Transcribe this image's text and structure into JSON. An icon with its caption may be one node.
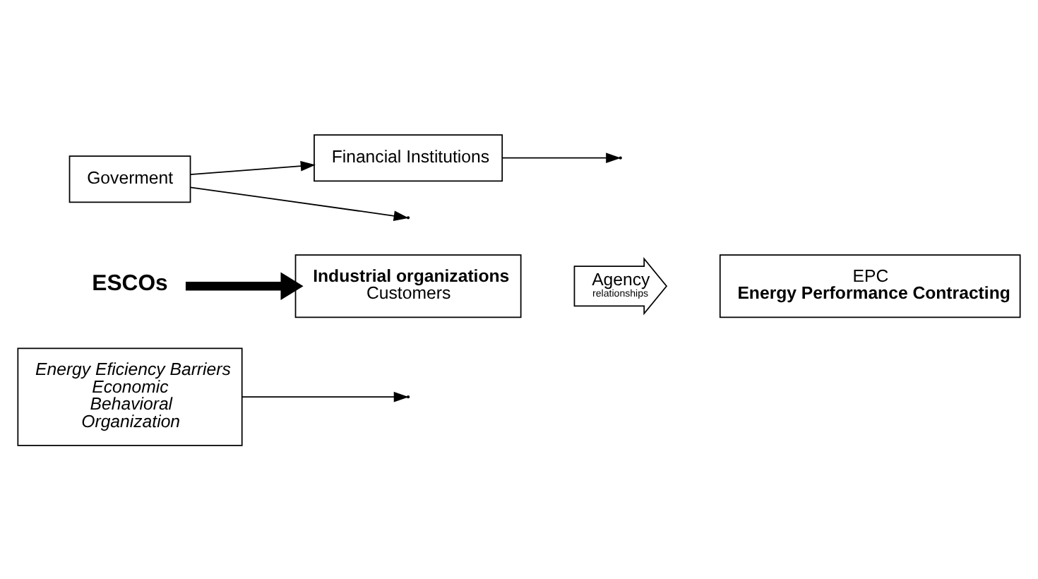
{
  "diagram": {
    "nodes": [
      {
        "text": [
          "Energy Eficiency Barriers",
          "Economic",
          "Behavioral",
          "Organization"
        ]
      },
      {
        "text": [
          "ESCOs"
        ]
      },
      {
        "text": [
          "Industrial organizations",
          "Customers"
        ]
      },
      {
        "text": [
          "Agency",
          "relationships"
        ]
      },
      {
        "text": [
          "EPC",
          "Energy Performance Contracting"
        ]
      },
      {
        "text": [
          "Financial Institutions"
        ]
      },
      {
        "text": [
          "Goverment"
        ]
      }
    ],
    "edges": [
      {
        "from": 1,
        "to": 2,
        "arrow": "to",
        "style": "thick"
      },
      {
        "from": 0,
        "to": null,
        "arrow": "to"
      },
      {
        "from": 5,
        "to": null,
        "arrow": "to"
      },
      {
        "from": 6,
        "to": null,
        "arrow": "to"
      },
      {
        "from": 6,
        "to": 5,
        "arrow": "to"
      }
    ]
  }
}
